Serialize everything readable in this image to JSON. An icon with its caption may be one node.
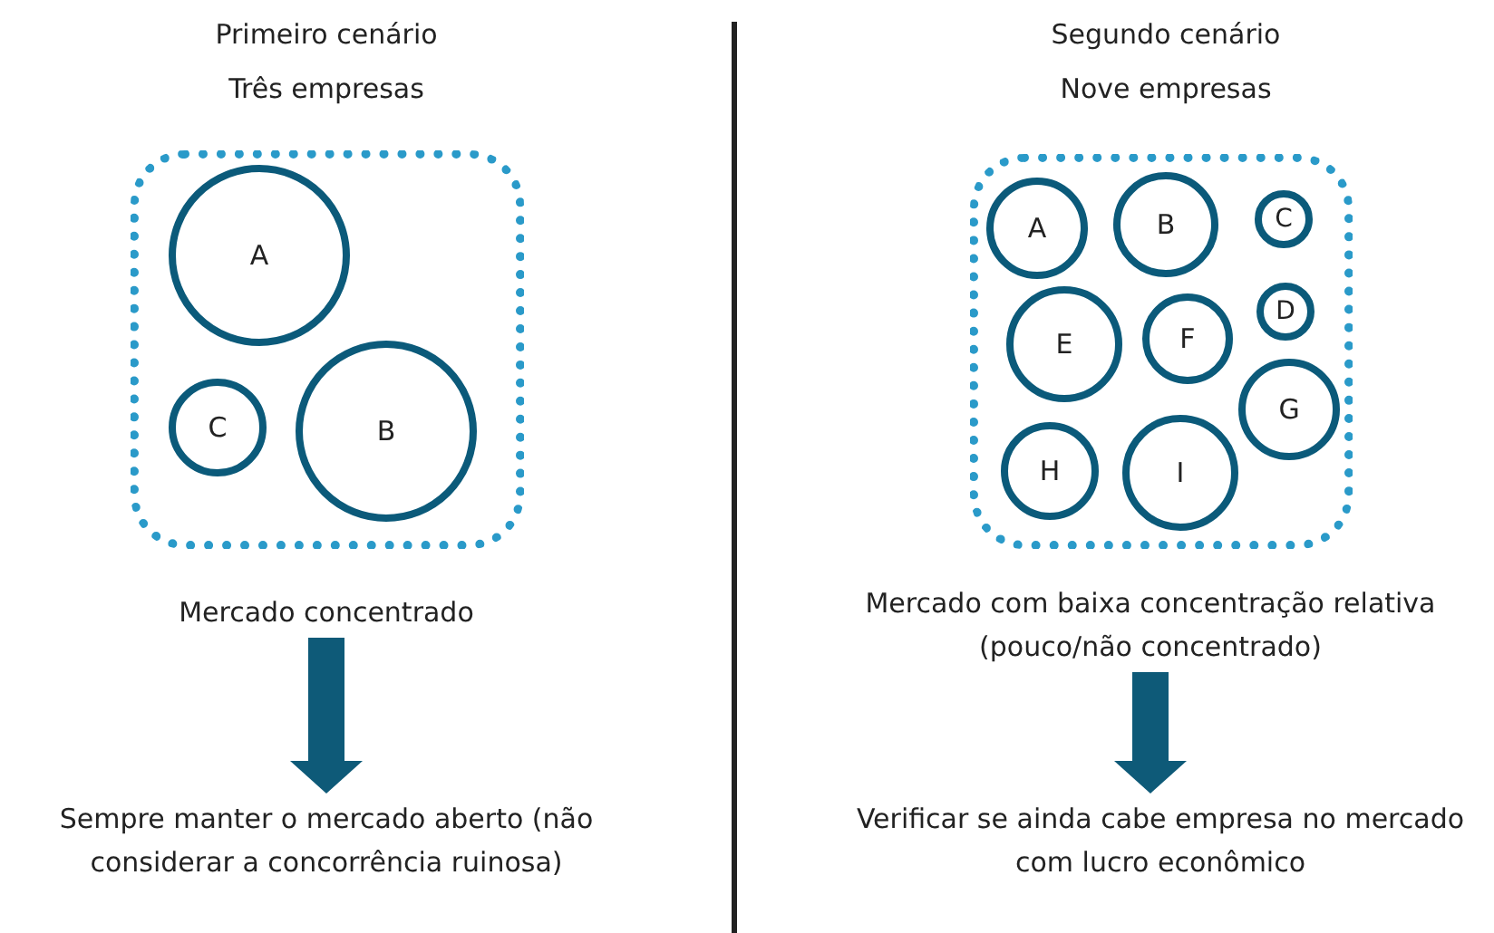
{
  "diagram": {
    "nodes": [
      {
        "text": [],
        "shape": "box"
      },
      {
        "text": [
          "A"
        ],
        "in": 0
      },
      {
        "text": [
          "C"
        ],
        "in": 0
      },
      {
        "text": [
          "B"
        ],
        "in": 0
      },
      {
        "text": [
          "Mercado concentrado"
        ]
      },
      {
        "text": [
          "Sempre manter o mercado aberto (não considerar a concorrência ruinosa)"
        ]
      },
      {
        "text": [],
        "shape": "box"
      },
      {
        "text": [
          "A"
        ],
        "in": 6
      },
      {
        "text": [
          "B"
        ],
        "in": 6
      },
      {
        "text": [
          "C"
        ],
        "in": 6
      },
      {
        "text": [
          "D"
        ],
        "in": 6
      },
      {
        "text": [
          "E"
        ],
        "in": 6
      },
      {
        "text": [
          "F"
        ],
        "in": 6
      },
      {
        "text": [
          "G"
        ],
        "in": 6
      },
      {
        "text": [
          "H"
        ],
        "in": 6
      },
      {
        "text": [
          "I"
        ],
        "in": 6
      },
      {
        "text": [
          "Mercado com baixa concentração relativa (pouco/não concentrado)"
        ]
      },
      {
        "text": [
          "Verificar se ainda cabe empresa no mercado com lucro econômico"
        ]
      }
    ],
    "edges": [
      {
        "from": 4,
        "to": 5,
        "arrow": "to"
      },
      {
        "from": 16,
        "to": 17,
        "arrow": "to"
      }
    ],
    "labels": [
      "Primeiro cenário",
      "Três empresas",
      "Segundo cenário",
      "Nove empresas"
    ]
  }
}
